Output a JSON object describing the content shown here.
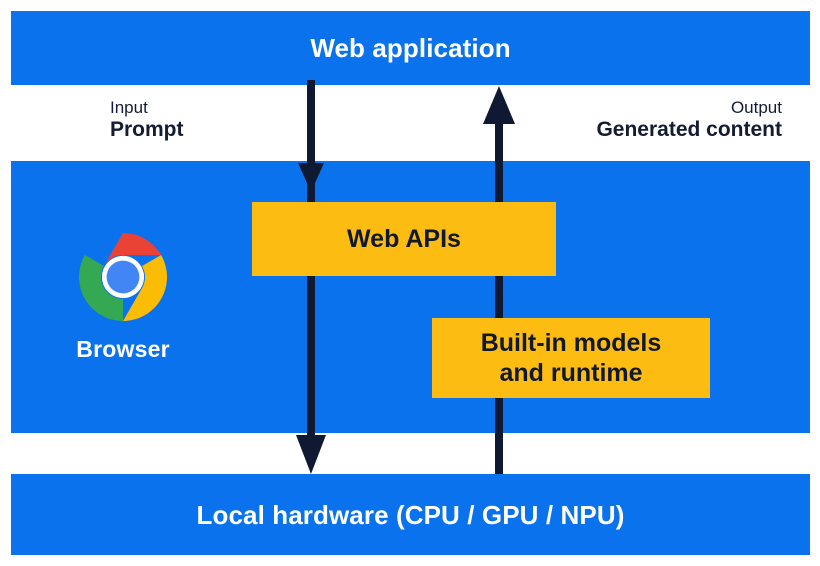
{
  "diagram": {
    "title_top": "Web application",
    "title_bottom": "Local hardware (CPU / GPU / NPU)",
    "colors": {
      "band_blue": "#0B72EE",
      "box_yellow": "#FDBC11",
      "arrow_navy": "#0F1A32",
      "text_dark": "#131C33",
      "text_light": "#FFFFFF"
    },
    "flows": {
      "input": {
        "kind": "Input",
        "value": "Prompt"
      },
      "output": {
        "kind": "Output",
        "value": "Generated content"
      }
    },
    "browser": {
      "icon": "chrome-logo-icon",
      "caption": "Browser"
    },
    "boxes": [
      {
        "id": "web-apis",
        "label": "Web APIs"
      },
      {
        "id": "built-in-models",
        "label_line1": "Built-in models",
        "label_line2": "and runtime"
      }
    ],
    "arrows": [
      {
        "id": "prompt-down-arrow",
        "direction": "down",
        "from": "Web application",
        "to": "Local hardware (CPU / GPU / NPU)"
      },
      {
        "id": "generated-content-up-arrow",
        "direction": "up",
        "from": "Local hardware (CPU / GPU / NPU)",
        "to": "Web application"
      }
    ]
  }
}
